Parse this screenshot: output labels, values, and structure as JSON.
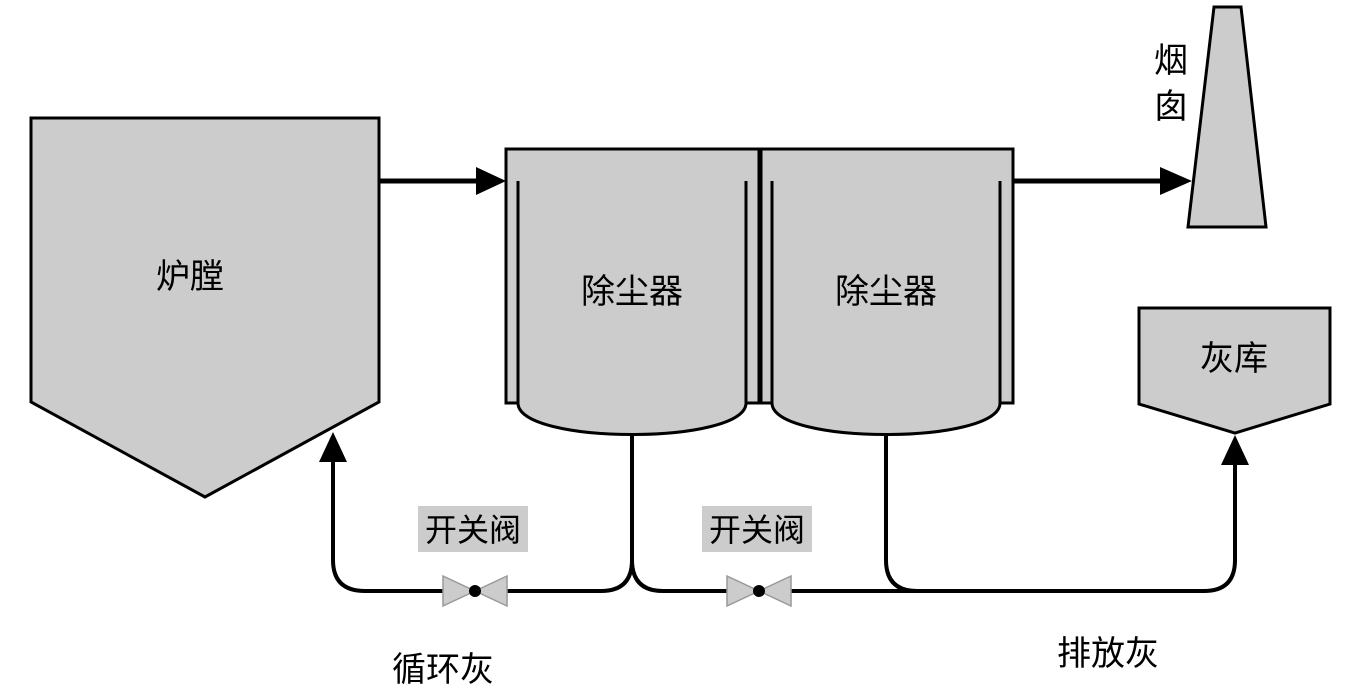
{
  "labels": {
    "furnace": "炉膛",
    "collector_1": "除尘器",
    "collector_2": "除尘器",
    "chimney_line1": "烟",
    "chimney_line2": "囱",
    "ash_silo": "灰库",
    "valve_1": "开关阀",
    "valve_2": "开关阀",
    "recycle_ash": "循环灰",
    "discharge_ash": "排放灰"
  },
  "colors": {
    "fill": "#cccccc",
    "stroke": "#000000",
    "background": "#ffffff"
  }
}
